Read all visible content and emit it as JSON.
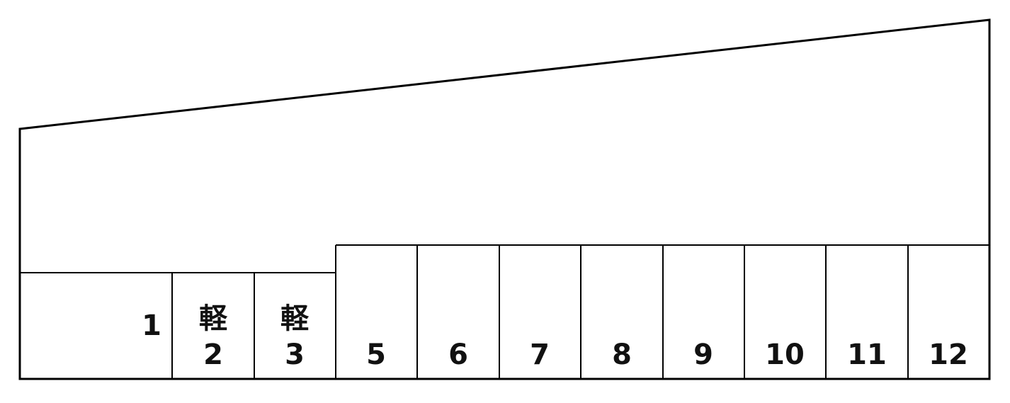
{
  "diagram": {
    "line_color": "#000000",
    "background": "#ffffff",
    "spaces": [
      {
        "number": "1",
        "type_label": ""
      },
      {
        "number": "2",
        "type_label": "軽"
      },
      {
        "number": "3",
        "type_label": "軽"
      },
      {
        "number": "5",
        "type_label": ""
      },
      {
        "number": "6",
        "type_label": ""
      },
      {
        "number": "7",
        "type_label": ""
      },
      {
        "number": "8",
        "type_label": ""
      },
      {
        "number": "9",
        "type_label": ""
      },
      {
        "number": "10",
        "type_label": ""
      },
      {
        "number": "11",
        "type_label": ""
      },
      {
        "number": "12",
        "type_label": ""
      }
    ]
  }
}
